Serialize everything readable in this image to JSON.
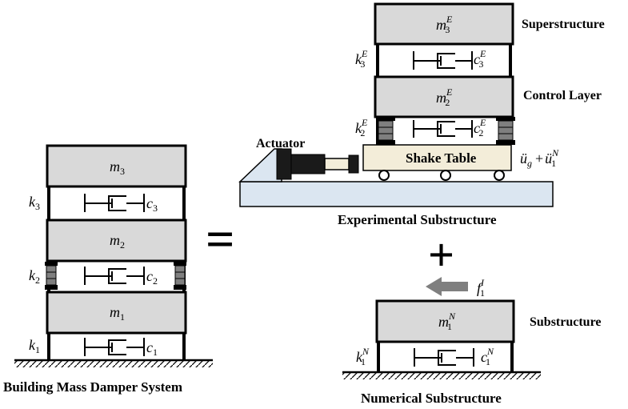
{
  "left_system": {
    "m3": "m",
    "m3_sub": "3",
    "m2": "m",
    "m2_sub": "2",
    "m1": "m",
    "m1_sub": "1",
    "k3": "k",
    "k3_sub": "3",
    "k2": "k",
    "k2_sub": "2",
    "k1": "k",
    "k1_sub": "1",
    "c3": "c",
    "c3_sub": "3",
    "c2": "c",
    "c2_sub": "2",
    "c1": "c",
    "c1_sub": "1",
    "caption": "Building Mass Damper System"
  },
  "equals_sign": "=",
  "plus_sign": "+",
  "experimental": {
    "m3": "m",
    "m3_sub": "3",
    "m3_sup": "E",
    "m2": "m",
    "m2_sub": "2",
    "m2_sup": "E",
    "k3": "k",
    "k3_sub": "3",
    "k3_sup": "E",
    "k2": "k",
    "k2_sub": "2",
    "k2_sup": "E",
    "c3": "c",
    "c3_sub": "3",
    "c3_sup": "E",
    "c2": "c",
    "c2_sub": "2",
    "c2_sup": "E",
    "superstructure_label": "Superstructure",
    "control_layer_label": "Control Layer",
    "actuator_label": "Actuator",
    "shake_table_label": "Shake Table",
    "excitation_a": "ü",
    "excitation_a_sub": "g",
    "excitation_plus": "+",
    "excitation_b": "ü",
    "excitation_b_sub": "1",
    "excitation_b_sup": "N",
    "caption": "Experimental Substructure"
  },
  "numerical": {
    "m1": "m",
    "m1_sub": "1",
    "m1_sup": "N",
    "k1": "k",
    "k1_sub": "1",
    "k1_sup": "N",
    "c1": "c",
    "c1_sub": "1",
    "c1_sup": "N",
    "force": "f",
    "force_sub": "1",
    "force_sup": "I",
    "substructure_label": "Substructure",
    "caption": "Numerical Substructure"
  },
  "colors": {
    "mass_fill": "#d9d9d9",
    "platform_fill": "#dbe6f1",
    "table_fill": "#f3edd9",
    "arrow_fill": "#7f7f7f",
    "bearing_fill": "#7f7f7f"
  }
}
